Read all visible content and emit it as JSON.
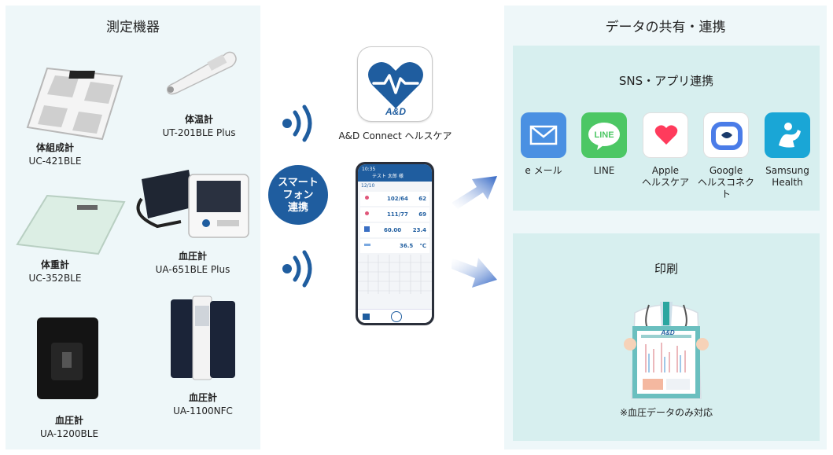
{
  "left_panel": {
    "title": "測定機器",
    "devices": [
      {
        "name": "体組成計",
        "model": "UC-421BLE"
      },
      {
        "name": "体温計",
        "model": "UT-201BLE Plus"
      },
      {
        "name": "体重計",
        "model": "UC-352BLE"
      },
      {
        "name": "血圧計",
        "model": "UA-651BLE Plus"
      },
      {
        "name": "血圧計",
        "model": "UA-1200BLE"
      },
      {
        "name": "血圧計",
        "model": "UA-1100NFC"
      }
    ]
  },
  "center": {
    "badge_lines": [
      "スマート",
      "フォン",
      "連携"
    ],
    "app_name": "A&D Connect ヘルスケア",
    "app_logo_text": "A&D",
    "phone": {
      "header_title": "テスト 太郎 様",
      "header_time": "10:35",
      "date": "12/10",
      "readings": [
        {
          "label": "102/64",
          "sub": "62"
        },
        {
          "label": "111/77",
          "sub": "69"
        },
        {
          "label": "60.00",
          "sub": "23.4"
        },
        {
          "label": "36.5",
          "sub": "℃"
        }
      ]
    }
  },
  "right_panel": {
    "title": "データの共有・連携",
    "sns_title": "SNS・アプリ連携",
    "services": [
      {
        "line1": "e メール",
        "line2": "",
        "color": "#4a90e2"
      },
      {
        "line1": "LINE",
        "line2": "",
        "color": "#4cc764"
      },
      {
        "line1": "Apple",
        "line2": "ヘルスケア",
        "color": "#ff3b5c"
      },
      {
        "line1": "Google",
        "line2": "ヘルスコネクト",
        "color": "#1a3a6b"
      },
      {
        "line1": "Samsung",
        "line2": "Health",
        "color": "#1aa6d6"
      }
    ],
    "print_title": "印刷",
    "print_logo_text": "A&D",
    "print_note": "※血圧データのみ対応"
  },
  "colors": {
    "panel": "#eef7f9",
    "subpanel": "#d7efef",
    "brand": "#1f5d9f",
    "arrow": "#2f64c4"
  }
}
